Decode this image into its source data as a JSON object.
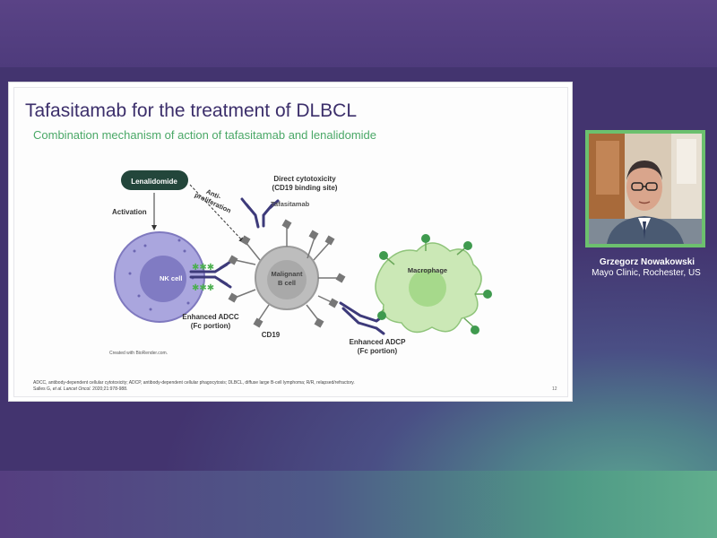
{
  "slide": {
    "title": "Tafasitamab for the treatment of DLBCL",
    "subtitle": "Combination mechanism of action of tafasitamab and lenalidomide",
    "diagram": {
      "lenalidomide": "Lenalidomide",
      "activation": "Activation",
      "anti_proliferation_line1": "Anti-",
      "anti_proliferation_line2": "proliferation",
      "direct_cytotoxicity_line1": "Direct cytotoxicity",
      "direct_cytotoxicity_line2": "(CD19 binding site)",
      "tafasitamab": "Tafasitamab",
      "nk_cell": "NK cell",
      "malignant_line1": "Malignant",
      "malignant_line2": "B cell",
      "macrophage": "Macrophage",
      "enhanced_adcc_line1": "Enhanced ADCC",
      "enhanced_adcc_line2": "(Fc portion)",
      "cd19": "CD19",
      "enhanced_adcp_line1": "Enhanced ADCP",
      "enhanced_adcp_line2": "(Fc portion)"
    },
    "credit": "Created with BioRender.com.",
    "footnote_line1": "ADCC, antibody-dependent cellular cytotoxicity; ADCP, antibody-dependent cellular phagocytosis; DLBCL, diffuse large B-cell lymphoma; R/R, relapsed/refractory.",
    "footnote_line2_pre": "Salles G, ",
    "footnote_line2_journal": "et al. Lancet Oncol.",
    "footnote_line2_post": " 2020;21:978-988.",
    "page_number": "12"
  },
  "speaker": {
    "name": "Grzegorz Nowakowski",
    "affiliation": "Mayo Clinic, Rochester, US"
  },
  "colors": {
    "title": "#3c2f6b",
    "subtitle": "#4aa867",
    "antibody": "#3d3a7a",
    "nk_cell": "#a7a2dc",
    "malignant_cell": "#b8b8b8",
    "macrophage": "#c5e6b2",
    "webcam_border": "#6cc06e"
  }
}
